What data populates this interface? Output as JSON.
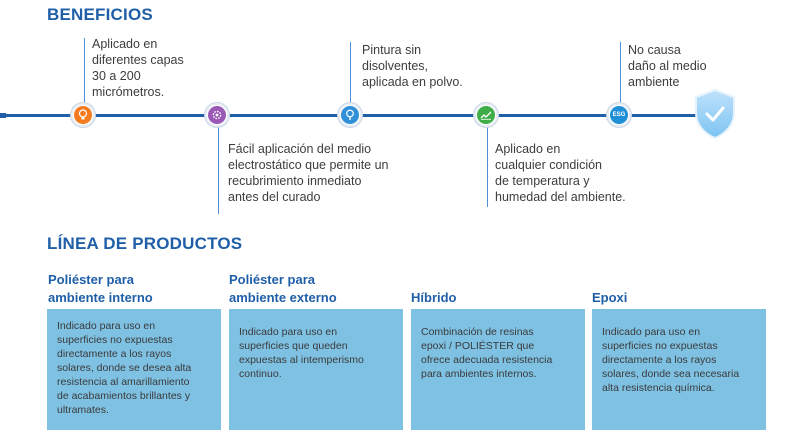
{
  "benefits": {
    "title": "BENEFICIOS",
    "items": [
      {
        "icon": "lightbulb-icon",
        "color": "#f47b20",
        "text": "Aplicado en\ndiferentes capas\n30 a 200\nmicrómetros."
      },
      {
        "icon": "gear-icon",
        "color": "#9b59b6",
        "text": "Fácil aplicación del medio\nelectrostático que permite un\nrecubrimiento inmediato\nantes del curado"
      },
      {
        "icon": "paint-roller-icon",
        "color": "#2f8fd8",
        "text": "Pintura sin\ndisolventes,\naplicada en polvo."
      },
      {
        "icon": "trend-chart-icon",
        "color": "#3fae49",
        "text": "Aplicado en\ncualquier condición\nde temperatura y\nhumedad del ambiente."
      },
      {
        "icon": "esg-icon",
        "color": "#1f8fd8",
        "label": "ESG",
        "text": "No causa\ndaño al medio\nambiente"
      }
    ],
    "shield_icon": "shield-check-icon"
  },
  "products": {
    "title": "LÍNEA DE PRODUCTOS",
    "items": [
      {
        "name": "Poliéster para\nambiente interno",
        "description": "Indicado para uso en\nsuperficies no expuestas\ndirectamente a los rayos\nsolares, donde se desea alta\nresistencia al amarillamiento\nde acabamientos brillantes y\nultramates."
      },
      {
        "name": "Poliéster para\nambiente externo",
        "description": "Indicado para uso en\nsuperficies que queden\nexpuestas al intemperismo\ncontinuo."
      },
      {
        "name": "Híbrido",
        "description": "Combinación de resinas\nepoxi / POLIÉSTER que\nofrece adecuada resistencia\npara ambientes internos."
      },
      {
        "name": "Epoxi",
        "description": "Indicado para uso en\nsuperficies no expuestas\ndirectamente a los rayos\nsolares, donde sea necesaria\nalta resistencia química."
      }
    ]
  }
}
